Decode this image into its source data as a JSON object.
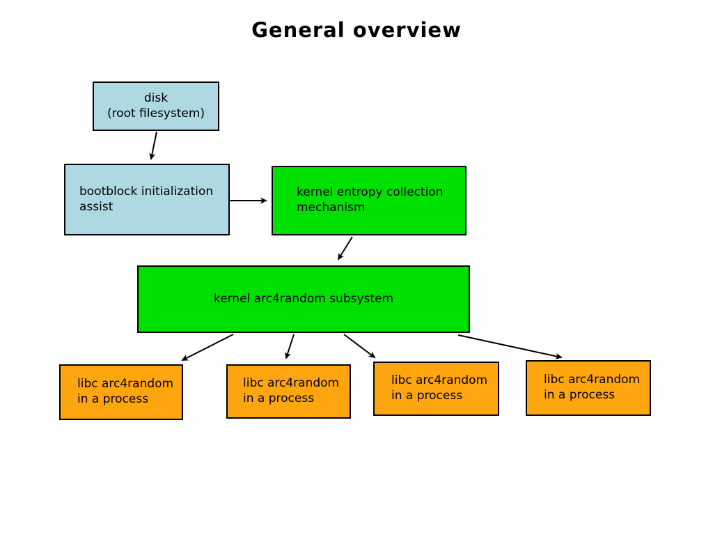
{
  "title": "General overview",
  "colors": {
    "background": "#ffffff",
    "border": "#000000",
    "text": "#000000",
    "node_lightblue": "#aed8e2",
    "node_green": "#00e000",
    "node_orange": "#ffa510"
  },
  "nodes": {
    "disk": {
      "line1": "disk",
      "line2": "(root filesystem)",
      "fill": "lightblue"
    },
    "bootblock": {
      "line1": "bootblock initialization",
      "line2": "assist",
      "fill": "lightblue"
    },
    "entropy": {
      "line1": "kernel entropy collection",
      "line2": "mechanism",
      "fill": "green"
    },
    "arc4": {
      "line1": "kernel arc4random subsystem",
      "fill": "green"
    },
    "libc1": {
      "line1": "libc arc4random",
      "line2": "in a process",
      "fill": "orange"
    },
    "libc2": {
      "line1": "libc arc4random",
      "line2": "in a process",
      "fill": "orange"
    },
    "libc3": {
      "line1": "libc arc4random",
      "line2": "in a process",
      "fill": "orange"
    },
    "libc4": {
      "line1": "libc arc4random",
      "line2": "in a process",
      "fill": "orange"
    }
  },
  "edges": [
    {
      "from": "disk",
      "to": "bootblock"
    },
    {
      "from": "bootblock",
      "to": "entropy"
    },
    {
      "from": "entropy",
      "to": "arc4"
    },
    {
      "from": "arc4",
      "to": "libc1"
    },
    {
      "from": "arc4",
      "to": "libc2"
    },
    {
      "from": "arc4",
      "to": "libc3"
    },
    {
      "from": "arc4",
      "to": "libc4"
    }
  ]
}
